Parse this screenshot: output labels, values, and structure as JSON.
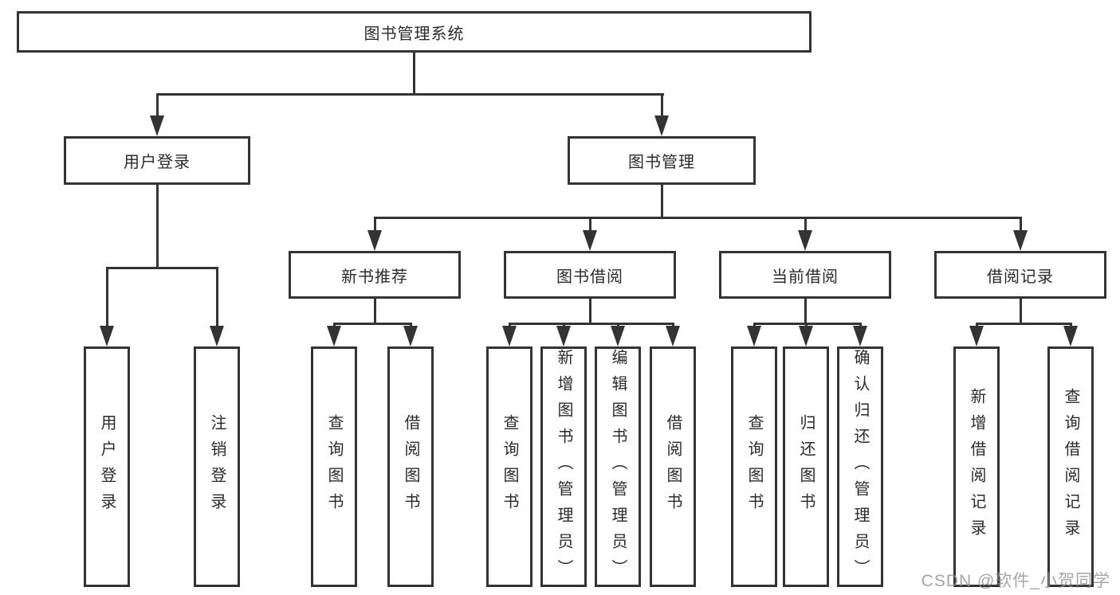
{
  "diagram": {
    "colors": {
      "line": "#333333",
      "text": "#2b2b2b",
      "background": "#ffffff",
      "watermark": "#919191"
    },
    "watermark": "CSDN @软件_小贺同学",
    "nodes": {
      "root": {
        "label": "图书管理系统"
      },
      "user_login_group": {
        "label": "用户登录"
      },
      "book_management_group": {
        "label": "图书管理"
      },
      "new_book_recommend": {
        "label": "新书推荐"
      },
      "book_borrow": {
        "label": "图书借阅"
      },
      "current_borrow": {
        "label": "当前借阅"
      },
      "borrow_records": {
        "label": "借阅记录"
      },
      "leaves": [
        {
          "label": "用户登录"
        },
        {
          "label": "注销登录"
        },
        {
          "label": "查询图书"
        },
        {
          "label": "借阅图书"
        },
        {
          "label": "查询图书"
        },
        {
          "label": "新增图书（管理员）"
        },
        {
          "label": "编辑图书（管理员）"
        },
        {
          "label": "借阅图书"
        },
        {
          "label": "查询图书"
        },
        {
          "label": "归还图书"
        },
        {
          "label": "确认归还（管理员）"
        },
        {
          "label": "新增借阅记录"
        },
        {
          "label": "查询借阅记录"
        }
      ]
    }
  }
}
